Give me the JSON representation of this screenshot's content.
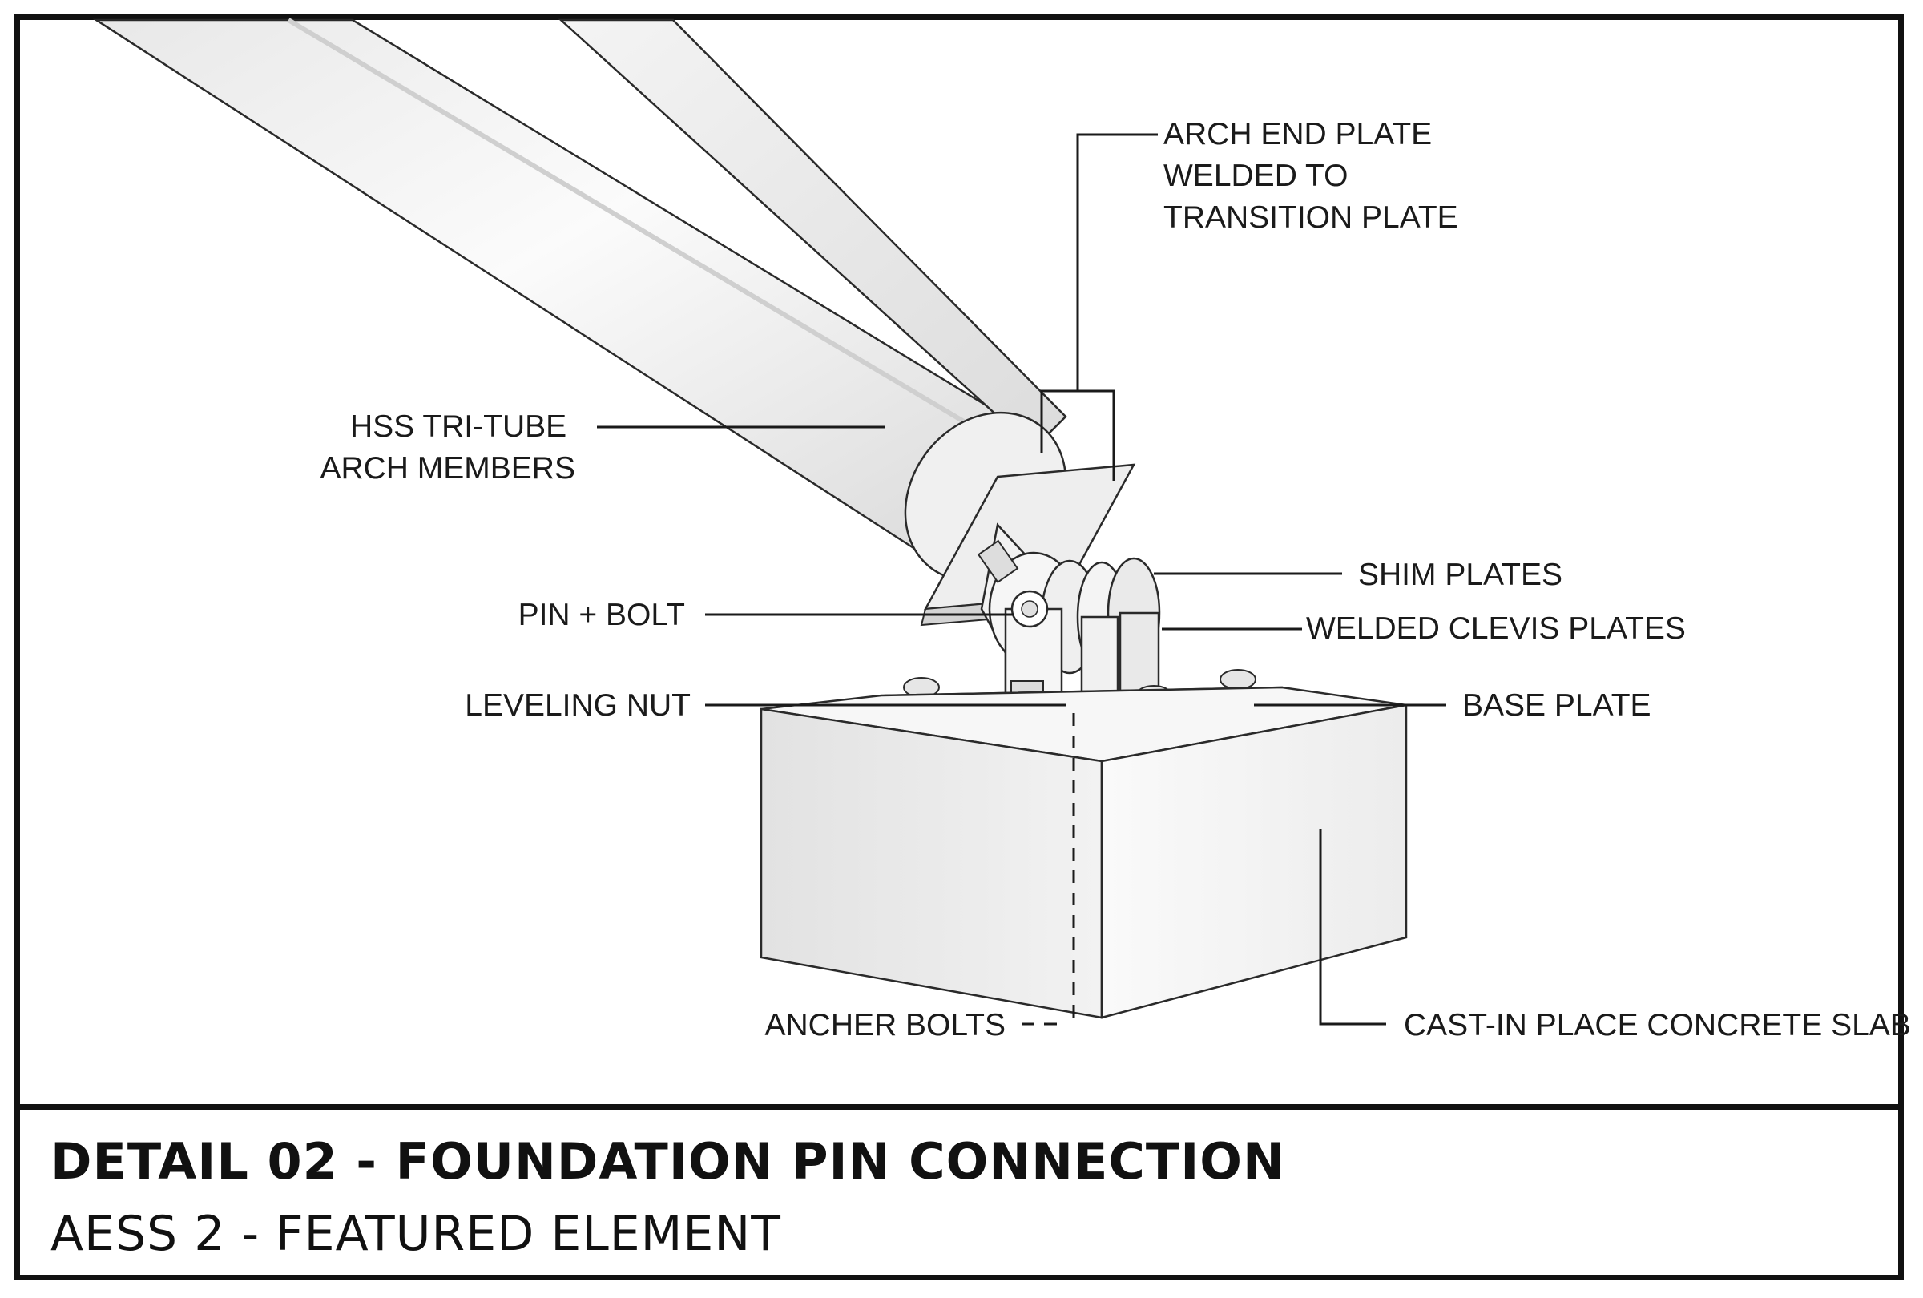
{
  "labels": {
    "arch_end_plate": [
      "ARCH END PLATE",
      "WELDED TO",
      "TRANSITION PLATE"
    ],
    "hss_tri_tube": [
      "HSS TRI-TUBE",
      "ARCH MEMBERS"
    ],
    "shim_plates": "SHIM PLATES",
    "pin_bolt": "PIN + BOLT",
    "welded_clevis": "WELDED CLEVIS PLATES",
    "leveling_nut": "LEVELING NUT",
    "base_plate": "BASE PLATE",
    "ancher_bolts": "ANCHER BOLTS",
    "concrete_slab": "CAST-IN PLACE CONCRETE SLAB"
  },
  "title_block": {
    "title": "DETAIL 02 - FOUNDATION PIN CONNECTION",
    "subtitle": "AESS 2 - FEATURED ELEMENT"
  }
}
